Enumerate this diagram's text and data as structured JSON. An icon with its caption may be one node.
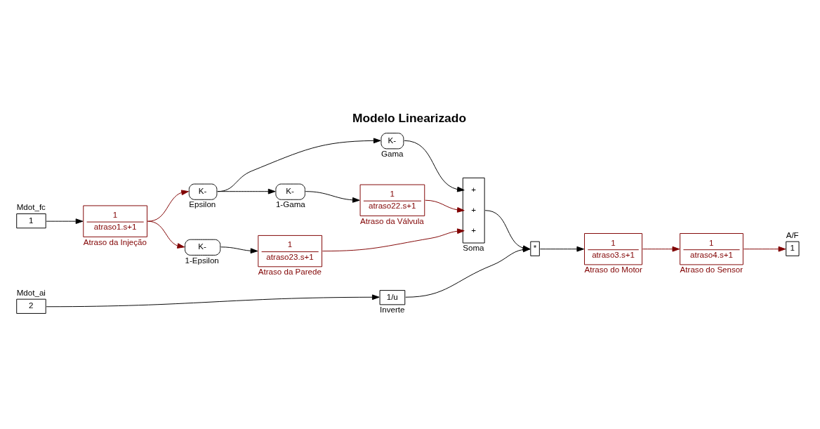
{
  "diagram": {
    "title": "Modelo Linearizado",
    "nodes": [
      {
        "text": [
          "1"
        ],
        "beside": [
          "Mdot_fc"
        ]
      },
      {
        "text": [
          "1",
          "atraso1.s+1"
        ],
        "beside": [
          "Atraso da Injeção"
        ]
      },
      {
        "text": [
          "K-"
        ],
        "beside": [
          "Epsilon"
        ]
      },
      {
        "text": [
          "K-"
        ],
        "beside": [
          "Gama"
        ]
      },
      {
        "text": [
          "K-"
        ],
        "beside": [
          "1-Gama"
        ]
      },
      {
        "text": [
          "1",
          "atraso22.s+1"
        ],
        "beside": [
          "Atraso da Válvula"
        ]
      },
      {
        "text": [
          "K-"
        ],
        "beside": [
          "1-Epsilon"
        ]
      },
      {
        "text": [
          "1",
          "atraso23.s+1"
        ],
        "beside": [
          "Atraso da Parede"
        ]
      },
      {
        "text": [
          "2"
        ],
        "beside": [
          "Mdot_ai"
        ]
      },
      {
        "text": [
          "1/u"
        ],
        "beside": [
          "Inverte"
        ]
      },
      {
        "text": [
          "+",
          "+",
          "+"
        ],
        "beside": [
          "Soma"
        ]
      },
      {
        "text": [
          "*"
        ]
      },
      {
        "text": [
          "1",
          "atraso3.s+1"
        ],
        "beside": [
          "Atraso do Motor"
        ]
      },
      {
        "text": [
          "1",
          "atraso4.s+1"
        ],
        "beside": [
          "Atraso do Sensor"
        ]
      },
      {
        "text": [
          "1"
        ],
        "beside": [
          "A/F"
        ]
      }
    ],
    "edges": [
      {
        "from": 0,
        "to": 1,
        "arrow": "to"
      },
      {
        "from": 1,
        "to": 2,
        "arrow": "to",
        "color": "#800000"
      },
      {
        "from": 1,
        "to": 6,
        "arrow": "to",
        "color": "#800000"
      },
      {
        "from": 2,
        "to": 3,
        "arrow": "to"
      },
      {
        "from": 2,
        "to": 4,
        "arrow": "to"
      },
      {
        "from": 3,
        "to": 10,
        "arrow": "to"
      },
      {
        "from": 4,
        "to": 5,
        "arrow": "to"
      },
      {
        "from": 5,
        "to": 10,
        "arrow": "to",
        "color": "#800000"
      },
      {
        "from": 6,
        "to": 7,
        "arrow": "to"
      },
      {
        "from": 7,
        "to": 10,
        "arrow": "to",
        "color": "#800000"
      },
      {
        "from": 8,
        "to": 9,
        "arrow": "to"
      },
      {
        "from": 9,
        "to": 11,
        "arrow": "to"
      },
      {
        "from": 10,
        "to": 11,
        "arrow": "to"
      },
      {
        "from": 11,
        "to": 12,
        "arrow": "to"
      },
      {
        "from": 12,
        "to": 13,
        "arrow": "to",
        "color": "#800000"
      },
      {
        "from": 13,
        "to": 14,
        "arrow": "to",
        "color": "#800000"
      }
    ]
  }
}
